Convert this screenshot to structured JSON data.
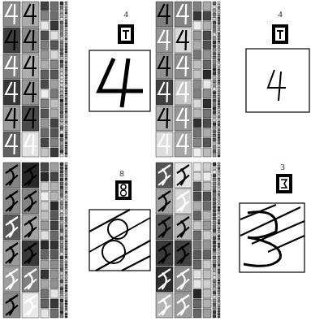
{
  "diagram": {
    "labels": [
      "4",
      "4",
      "8",
      "3"
    ]
  }
}
